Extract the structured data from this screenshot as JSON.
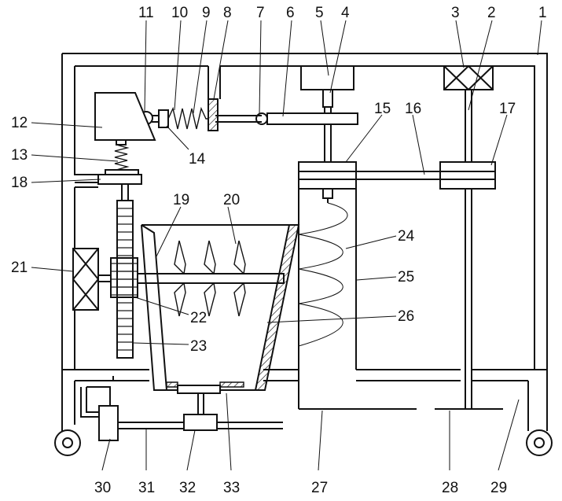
{
  "figure": {
    "description_free": true,
    "labels": [
      {
        "key": "p1",
        "text": "1"
      },
      {
        "key": "p2",
        "text": "2"
      },
      {
        "key": "p3",
        "text": "3"
      },
      {
        "key": "p4",
        "text": "4"
      },
      {
        "key": "p5",
        "text": "5"
      },
      {
        "key": "p6",
        "text": "6"
      },
      {
        "key": "p7",
        "text": "7"
      },
      {
        "key": "p8",
        "text": "8"
      },
      {
        "key": "p9",
        "text": "9"
      },
      {
        "key": "p10",
        "text": "10"
      },
      {
        "key": "p11",
        "text": "11"
      },
      {
        "key": "p12",
        "text": "12"
      },
      {
        "key": "p13",
        "text": "13"
      },
      {
        "key": "p14",
        "text": "14"
      },
      {
        "key": "p15",
        "text": "15"
      },
      {
        "key": "p16",
        "text": "16"
      },
      {
        "key": "p17",
        "text": "17"
      },
      {
        "key": "p18",
        "text": "18"
      },
      {
        "key": "p19",
        "text": "19"
      },
      {
        "key": "p20",
        "text": "20"
      },
      {
        "key": "p21",
        "text": "21"
      },
      {
        "key": "p22",
        "text": "22"
      },
      {
        "key": "p23",
        "text": "23"
      },
      {
        "key": "p24",
        "text": "24"
      },
      {
        "key": "p25",
        "text": "25"
      },
      {
        "key": "p26",
        "text": "26"
      },
      {
        "key": "p27",
        "text": "27"
      },
      {
        "key": "p28",
        "text": "28"
      },
      {
        "key": "p29",
        "text": "29"
      },
      {
        "key": "p30",
        "text": "30"
      },
      {
        "key": "p31",
        "text": "31"
      },
      {
        "key": "p32",
        "text": "32"
      },
      {
        "key": "p33",
        "text": "33"
      }
    ]
  }
}
